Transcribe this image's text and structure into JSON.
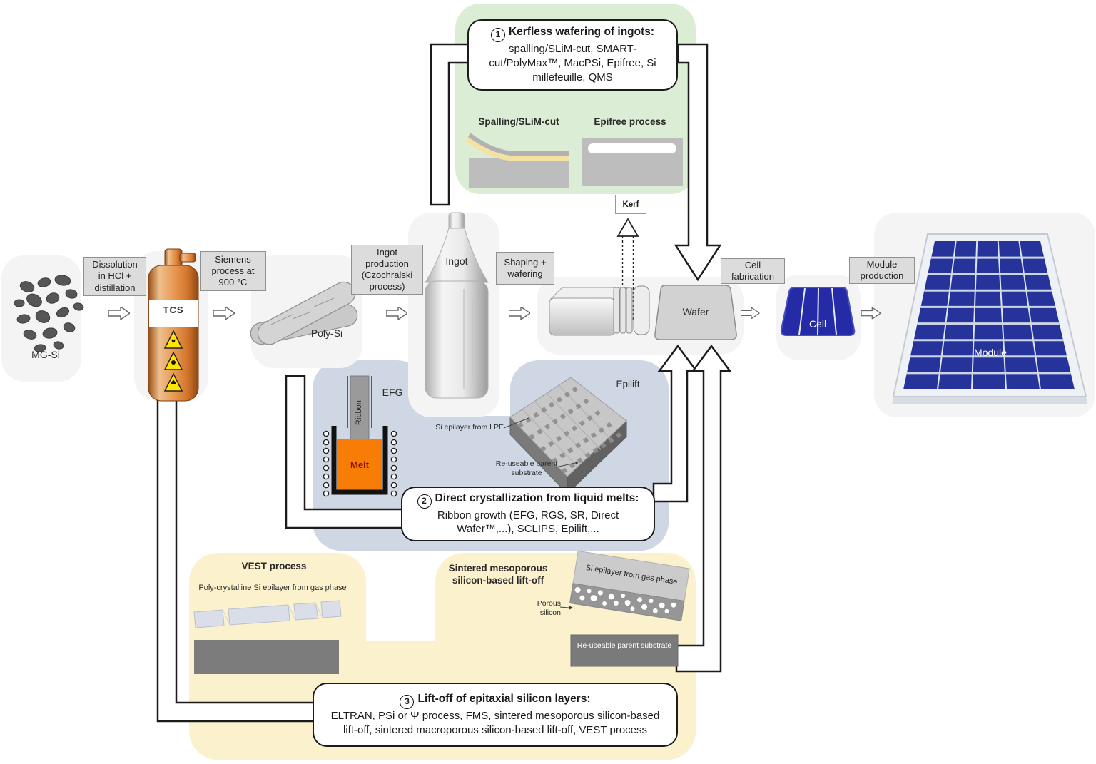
{
  "diagram": {
    "flow": {
      "mg_si_label": "MG-Si",
      "dissolution_label": "Dissolution in HCl + distillation",
      "tcs_label": "TCS",
      "siemens_label": "Siemens process at 900 °C",
      "poly_si_label": "Poly-Si",
      "ingot_production_label": "Ingot production (Czochralski process)",
      "ingot_label": "Ingot",
      "shaping_label": "Shaping + wafering",
      "kerf_label": "Kerf",
      "wafer_label": "Wafer",
      "cell_fabrication_label": "Cell fabrication",
      "cell_label": "Cell",
      "module_production_label": "Module production",
      "module_label": "Module"
    },
    "route1": {
      "number": "1",
      "title": "Kerfless wafering of ingots:",
      "methods": "spalling/SLiM-cut, SMART-cut/PolyMax™, MacPSi, Epifree, Si millefeuille, QMS",
      "spalling_label": "Spalling/SLiM-cut",
      "epifree_label": "Epifree process"
    },
    "route2": {
      "number": "2",
      "title": "Direct crystallization from liquid melts:",
      "methods": "Ribbon growth (EFG, RGS, SR, Direct Wafer™,...), SCLIPS, Epilift,...",
      "efg_label": "EFG",
      "ribbon_label": "Ribbon",
      "melt_label": "Melt",
      "epilift_label": "Epilift",
      "lpe_epilayer_label": "Si epilayer from LPE",
      "substrate_label": "Re-useable parent substrate"
    },
    "route3": {
      "number": "3",
      "title": "Lift-off of epitaxial silicon layers:",
      "methods": "ELTRAN, PSi or Ψ process, FMS, sintered mesoporous silicon-based lift-off, sintered macroporous silicon-based lift-off, VEST process",
      "vest_title": "VEST process",
      "vest_epilayer_label": "Poly-crystalline Si epilayer from gas phase",
      "sintered_title": "Sintered mesoporous silicon-based lift-off",
      "gas_epilayer_label": "Si epilayer from gas phase",
      "porous_label": "Porous silicon",
      "substrate_label": "Re-useable parent substrate"
    },
    "colors": {
      "route1_bg": "#dcedd5",
      "route2_bg": "#cfd6e4",
      "route3_bg": "#fbf1cd",
      "melt_orange": "#f87d07",
      "bottle_orange": "#d3752c",
      "cell_blue": "#252aa6",
      "module_blue": "#25339b",
      "label_box_bg": "#dcdcdc"
    }
  }
}
